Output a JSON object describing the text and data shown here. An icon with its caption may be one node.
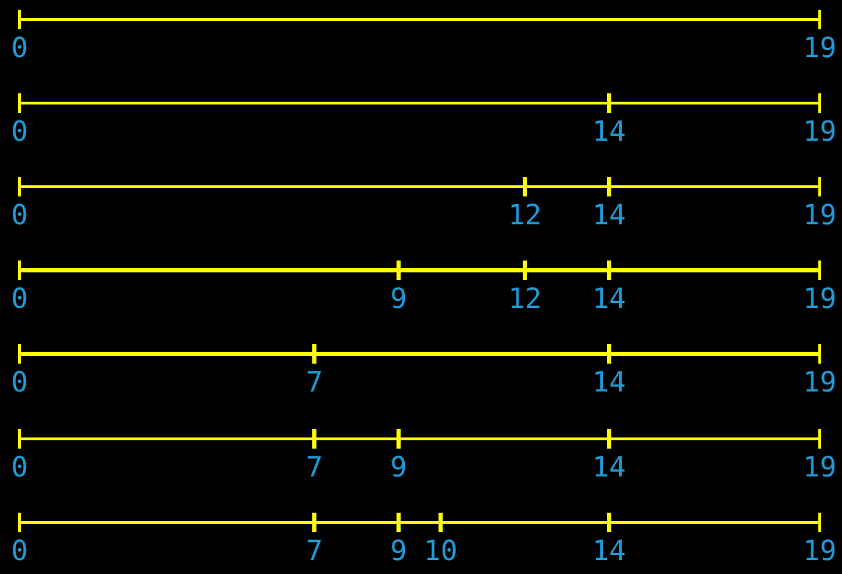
{
  "diagram": {
    "labels": [
      "0",
      "19",
      "0",
      "14",
      "19",
      "0",
      "12",
      "14",
      "19",
      "0",
      "9",
      "12",
      "14",
      "19",
      "0",
      "7",
      "14",
      "19",
      "0",
      "7",
      "9",
      "14",
      "19",
      "0",
      "7",
      "9",
      "10",
      "14",
      "19"
    ]
  }
}
